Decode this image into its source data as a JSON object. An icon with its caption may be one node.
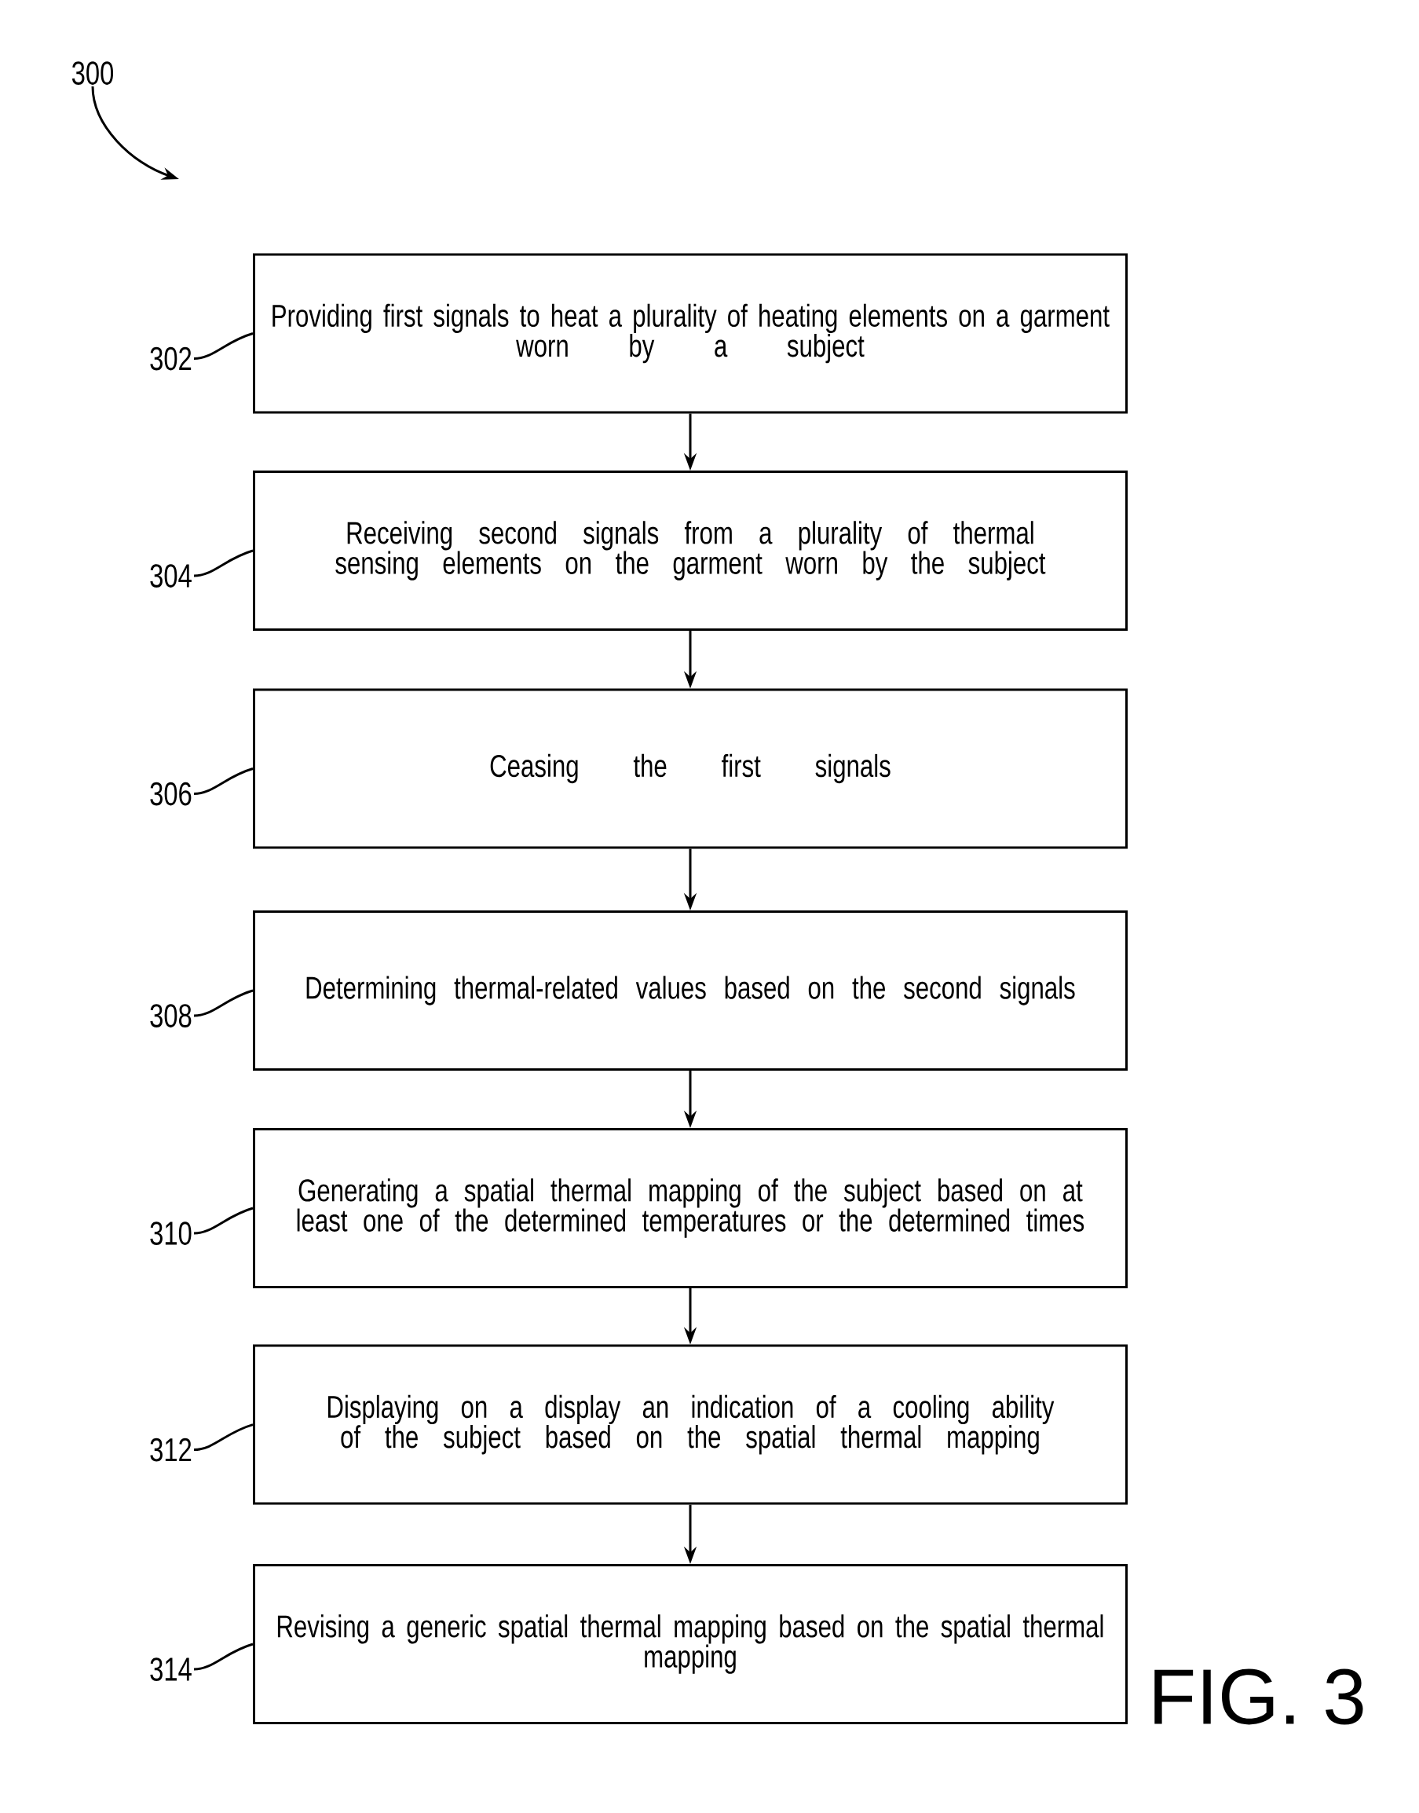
{
  "diagram": {
    "caption": "FIG. 3",
    "nodes": [
      {
        "text": [
          "300"
        ]
      },
      {
        "text": [
          "Providing first signals to heat a plurality of heating elements on a garment worn by a subject"
        ]
      },
      {
        "text": [
          "Receiving second signals from a plurality of thermal sensing elements on the garment worn by the subject"
        ]
      },
      {
        "text": [
          "Ceasing the first signals"
        ]
      },
      {
        "text": [
          "Determining thermal-related values based on the second signals"
        ]
      },
      {
        "text": [
          "Generating a spatial thermal mapping of the subject based on at least one of the determined temperatures or the determined times"
        ]
      },
      {
        "text": [
          "Displaying on a display an indication of a cooling ability of the subject based on the spatial thermal mapping"
        ]
      },
      {
        "text": [
          "Revising a generic spatial thermal mapping based on the spatial thermal mapping"
        ]
      },
      {
        "text": [
          "302"
        ]
      },
      {
        "text": [
          "304"
        ]
      },
      {
        "text": [
          "306"
        ]
      },
      {
        "text": [
          "308"
        ]
      },
      {
        "text": [
          "310"
        ]
      },
      {
        "text": [
          "312"
        ]
      },
      {
        "text": [
          "314"
        ]
      }
    ],
    "edges": [
      {
        "from": 0,
        "to": null,
        "arrow": "to"
      },
      {
        "from": 1,
        "to": 2,
        "arrow": "to"
      },
      {
        "from": 2,
        "to": 3,
        "arrow": "to"
      },
      {
        "from": 3,
        "to": 4,
        "arrow": "to"
      },
      {
        "from": 4,
        "to": 5,
        "arrow": "to"
      },
      {
        "from": 5,
        "to": 6,
        "arrow": "to"
      },
      {
        "from": 6,
        "to": 7,
        "arrow": "to"
      },
      {
        "from": 8,
        "to": 1,
        "arrow": "none"
      },
      {
        "from": 9,
        "to": 2,
        "arrow": "none"
      },
      {
        "from": 10,
        "to": 3,
        "arrow": "none"
      },
      {
        "from": 11,
        "to": 4,
        "arrow": "none"
      },
      {
        "from": 12,
        "to": 5,
        "arrow": "none"
      },
      {
        "from": 13,
        "to": 6,
        "arrow": "none"
      },
      {
        "from": 14,
        "to": 7,
        "arrow": "none"
      }
    ]
  }
}
